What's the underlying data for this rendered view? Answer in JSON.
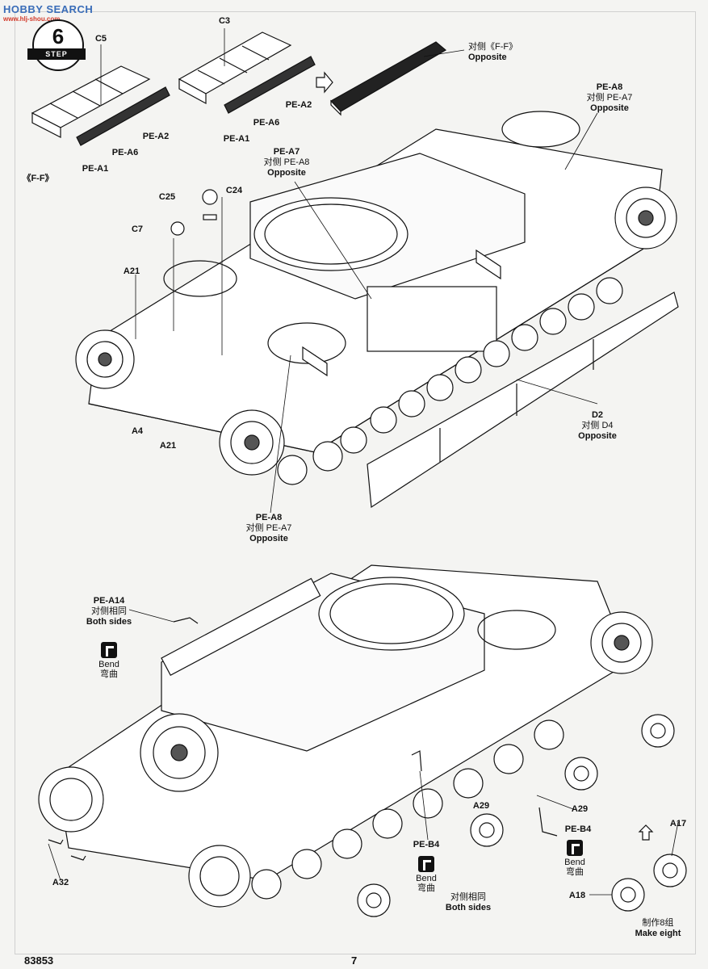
{
  "watermark": {
    "text": "HOBBY SEARCH",
    "sub": "www.hlj-shou.com"
  },
  "step": {
    "number": "6",
    "label": "STEP"
  },
  "labels": {
    "c5": "C5",
    "c3": "C3",
    "pe_a2_left": "PE-A2",
    "pe_a6_left": "PE-A6",
    "pe_a1_left": "PE-A1",
    "pe_a2_right": "PE-A2",
    "pe_a6_right": "PE-A6",
    "pe_a1_right": "PE-A1",
    "ff_left": "《F-F》",
    "ff_opposite_cn": "对侧《F-F》",
    "ff_opposite_en": "Opposite",
    "pe_a8_top": "PE-A8",
    "pe_a7_top_cn": "对侧 PE-A7",
    "pe_a7_top_en": "Opposite",
    "pe_a7_mid": "PE-A7",
    "pe_a8_mid_cn": "对侧 PE-A8",
    "pe_a8_mid_en": "Opposite",
    "c25": "C25",
    "c24": "C24",
    "c7": "C7",
    "a21_top": "A21",
    "a4": "A4",
    "a21_bottom": "A21",
    "d2": "D2",
    "d4_cn": "对侧 D4",
    "d4_en": "Opposite",
    "pe_a8_bottom": "PE-A8",
    "pe_a7_bottom_cn": "对侧 PE-A7",
    "pe_a7_bottom_en": "Opposite",
    "pe_a14": "PE-A14",
    "pe_a14_cn": "对侧相同",
    "pe_a14_en": "Both sides",
    "bend_en_1": "Bend",
    "bend_cn_1": "弯曲",
    "a32": "A32",
    "pe_b4_left": "PE-B4",
    "bend_en_2": "Bend",
    "bend_cn_2": "弯曲",
    "a29_left": "A29",
    "a29_right": "A29",
    "pe_b4_right": "PE-B4",
    "bend_en_3": "Bend",
    "bend_cn_3": "弯曲",
    "both_sides_cn": "对侧相同",
    "both_sides_en": "Both sides",
    "a17": "A17",
    "a18": "A18",
    "make_eight_cn": "制作8组",
    "make_eight_en": "Make eight"
  },
  "footer": {
    "kit_number": "83853",
    "page_number": "7"
  }
}
